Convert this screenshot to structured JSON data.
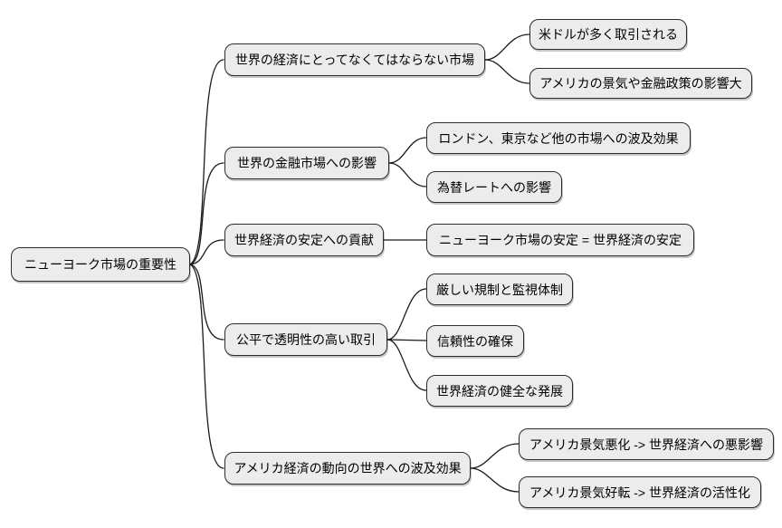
{
  "diagram": {
    "type": "mindmap",
    "background": "#ffffff",
    "colors": {
      "node_fill": "#ececec",
      "node_border": "#2b2b2b",
      "edge_line": "#1a1a1a",
      "text": "#000000"
    },
    "root": {
      "label": "ニューヨーク市場の重要性"
    },
    "branches": [
      {
        "label": "世界の経済にとってなくてはならない市場",
        "children": [
          "米ドルが多く取引される",
          "アメリカの景気や金融政策の影響大"
        ]
      },
      {
        "label": "世界の金融市場への影響",
        "children": [
          "ロンドン、東京など他の市場への波及効果",
          "為替レートへの影響"
        ]
      },
      {
        "label": "世界経済の安定への貢献",
        "children": [
          "ニューヨーク市場の安定 = 世界経済の安定"
        ]
      },
      {
        "label": "公平で透明性の高い取引",
        "children": [
          "厳しい規制と監視体制",
          "信頼性の確保",
          "世界経済の健全な発展"
        ]
      },
      {
        "label": "アメリカ経済の動向の世界への波及効果",
        "children": [
          "アメリカ景気悪化 -> 世界経済への悪影響",
          "アメリカ景気好転 -> 世界経済の活性化"
        ]
      }
    ]
  }
}
